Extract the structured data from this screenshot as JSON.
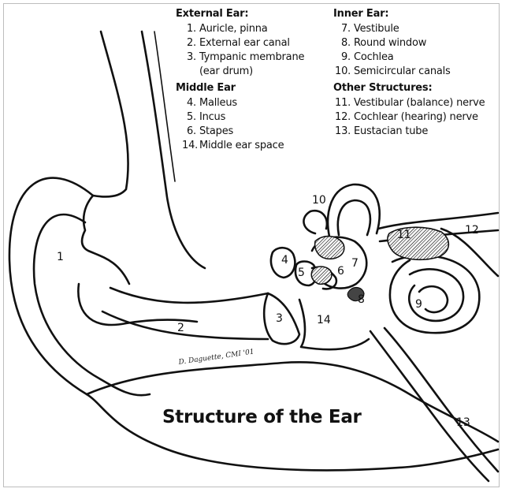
{
  "title": "Structure of the Ear",
  "signature": "D. Daguette, CMI '01",
  "legend": {
    "external": {
      "heading": "External Ear:",
      "items": [
        {
          "num": "1.",
          "label": "Auricle, pinna"
        },
        {
          "num": "2.",
          "label": "External ear canal"
        },
        {
          "num": "3.",
          "label": "Tympanic membrane"
        },
        {
          "num": "",
          "label": "(ear drum)"
        }
      ]
    },
    "middle": {
      "heading": "Middle Ear",
      "items": [
        {
          "num": "4.",
          "label": "Malleus"
        },
        {
          "num": "5.",
          "label": "Incus"
        },
        {
          "num": "6.",
          "label": "Stapes"
        },
        {
          "num": "14.",
          "label": "Middle ear space"
        }
      ]
    },
    "inner": {
      "heading": "Inner Ear:",
      "items": [
        {
          "num": "7.",
          "label": "Vestibule"
        },
        {
          "num": "8.",
          "label": "Round window"
        },
        {
          "num": "9.",
          "label": "Cochlea"
        },
        {
          "num": "10.",
          "label": "Semicircular canals"
        }
      ]
    },
    "other": {
      "heading": "Other Structures:",
      "items": [
        {
          "num": "11.",
          "label": "Vestibular (balance) nerve"
        },
        {
          "num": "12.",
          "label": "Cochlear (hearing) nerve"
        },
        {
          "num": "13.",
          "label": "Eustacian tube"
        }
      ]
    }
  },
  "callouts": [
    "1",
    "2",
    "3",
    "4",
    "5",
    "6",
    "7",
    "8",
    "9",
    "10",
    "11",
    "12",
    "13",
    "14"
  ]
}
